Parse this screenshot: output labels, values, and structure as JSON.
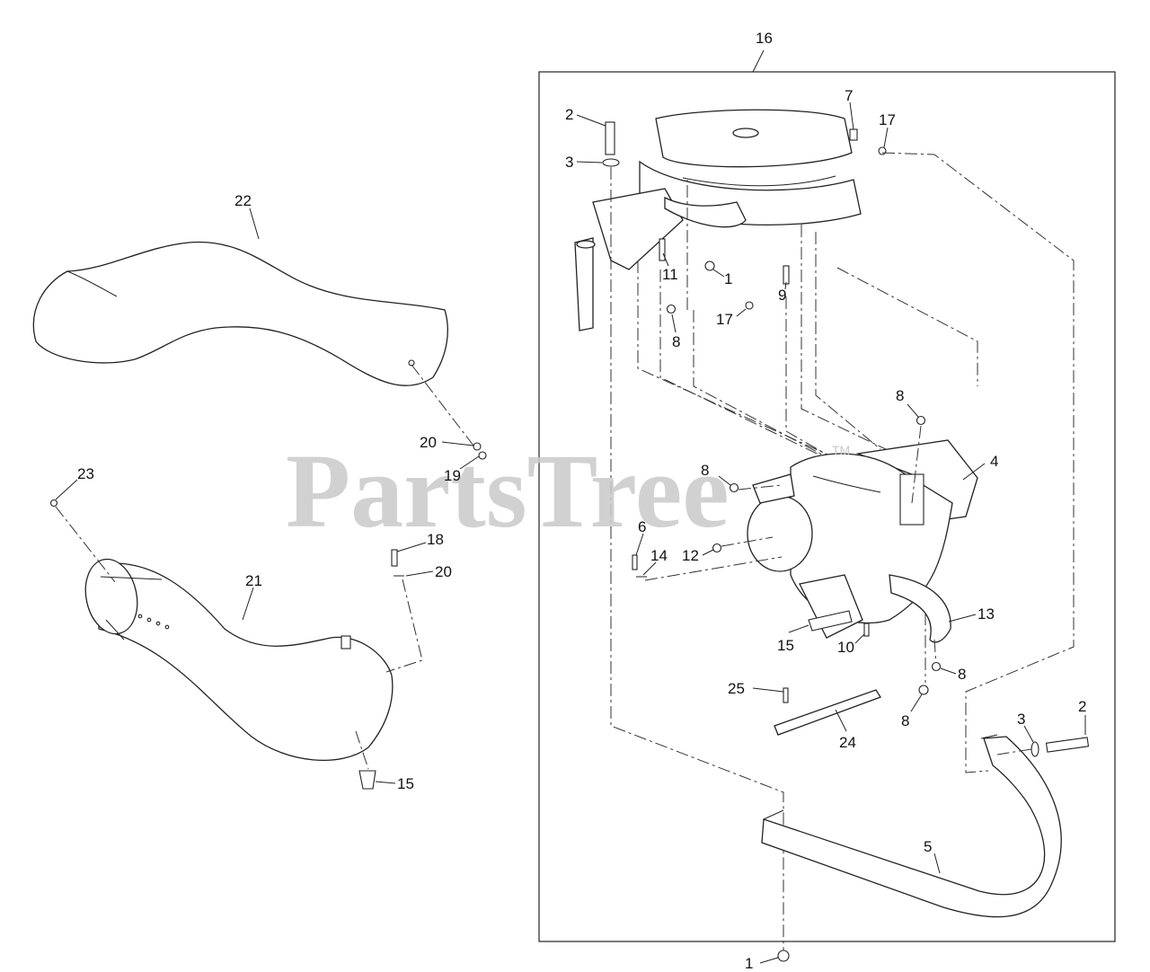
{
  "watermark": {
    "text": "PartsTree",
    "trademark": "TM"
  },
  "callouts": {
    "c16": "16",
    "c2a": "2",
    "c3a": "3",
    "c7": "7",
    "c17a": "17",
    "c22": "22",
    "c11": "11",
    "c1a": "1",
    "c9": "9",
    "c17b": "17",
    "c8a": "8",
    "c20a": "20",
    "c19": "19",
    "c23": "23",
    "c8b": "8",
    "c4": "4",
    "c8c": "8",
    "c6": "6",
    "c14": "14",
    "c12": "12",
    "c18": "18",
    "c20b": "20",
    "c21": "21",
    "c13": "13",
    "c15a": "15",
    "c10": "10",
    "c8d": "8",
    "c25": "25",
    "c8e": "8",
    "c24": "24",
    "c3b": "3",
    "c2b": "2",
    "c15b": "15",
    "c5": "5",
    "c1b": "1"
  }
}
